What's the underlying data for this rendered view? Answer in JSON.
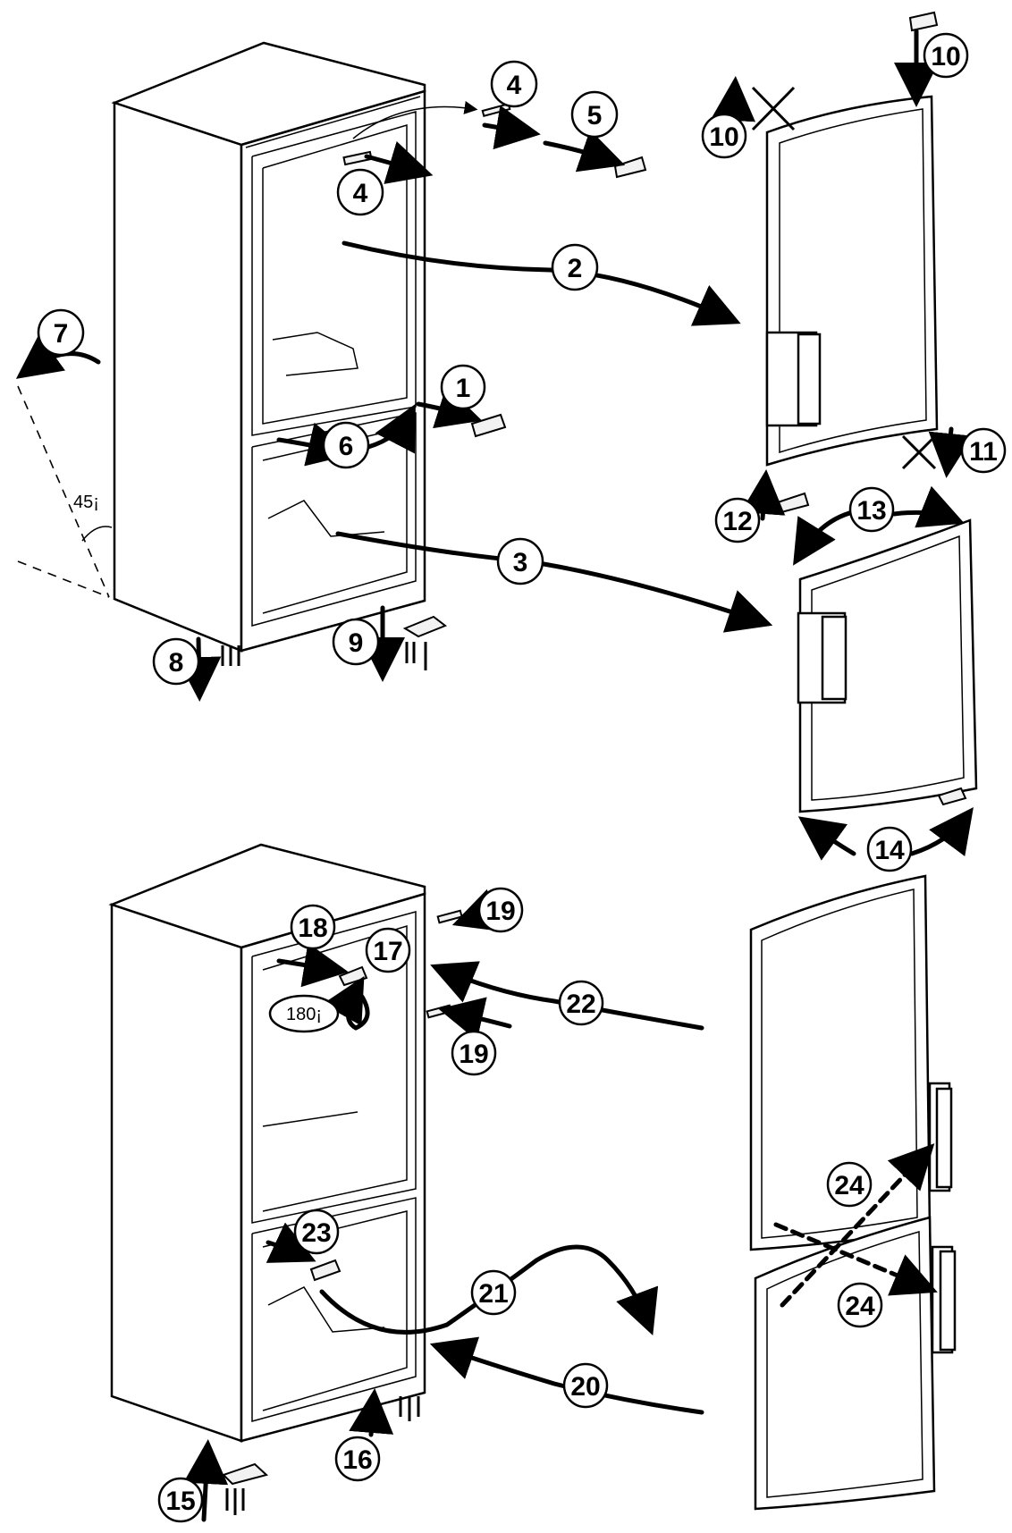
{
  "steps": {
    "s1": "1",
    "s2": "2",
    "s3": "3",
    "s4a": "4",
    "s4b": "4",
    "s5": "5",
    "s6": "6",
    "s7": "7",
    "s8": "8",
    "s9": "9",
    "s10a": "10",
    "s10b": "10",
    "s11": "11",
    "s12": "12",
    "s13": "13",
    "s14": "14",
    "s15": "15",
    "s16": "16",
    "s17": "17",
    "s18": "18",
    "s19a": "19",
    "s19b": "19",
    "s20": "20",
    "s21": "21",
    "s22": "22",
    "s23": "23",
    "s24a": "24",
    "s24b": "24"
  },
  "angles": {
    "tilt": "45¡",
    "rotate": "180¡"
  }
}
